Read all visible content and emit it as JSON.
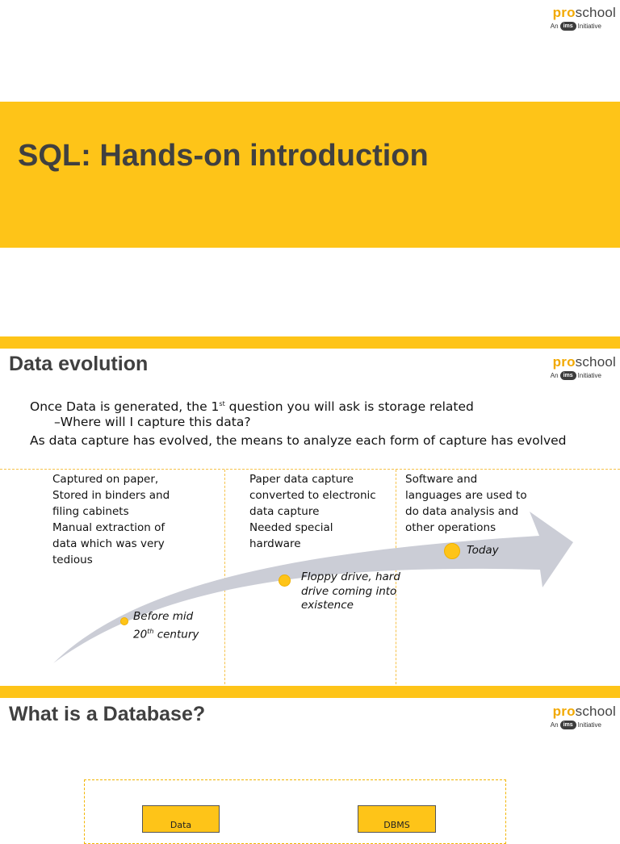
{
  "logo": {
    "pro": "pro",
    "school": "school",
    "prefix": "An",
    "ims": "ims",
    "suffix": "Initiative"
  },
  "slide1": {
    "title": "SQL: Hands-on introduction"
  },
  "slide2": {
    "heading": "Data evolution",
    "intro": {
      "line1_before": "Once Data is generated, the 1",
      "line1_sup": "st",
      "line1_after": " question you will ask is storage related",
      "line2": "–Where will I capture this data?",
      "line3": "As data capture has evolved, the means to analyze each form of capture has evolved"
    },
    "columns": [
      {
        "lines": [
          "Captured on paper,",
          "Stored in binders and",
          "filing cabinets",
          "Manual extraction of",
          "data which was very",
          "tedious"
        ]
      },
      {
        "lines": [
          "Paper data capture",
          "converted to electronic",
          "data capture",
          "Needed special",
          "hardware"
        ]
      },
      {
        "lines": [
          "Software and",
          "languages are used to",
          "do data analysis and",
          "other operations"
        ]
      }
    ],
    "milestones": {
      "m1_line1": "Before mid",
      "m1_line2_num": "20",
      "m1_line2_sup": "th",
      "m1_line2_after": " century",
      "m2": [
        "Floppy drive, hard",
        "drive coming into",
        "existence"
      ],
      "m3": "Today"
    }
  },
  "slide3": {
    "heading": "What is a Database?",
    "boxes": [
      "Data",
      "DBMS"
    ]
  },
  "colors": {
    "accent": "#fec418",
    "heading": "#404040",
    "arrow": "#cbcdd6"
  }
}
